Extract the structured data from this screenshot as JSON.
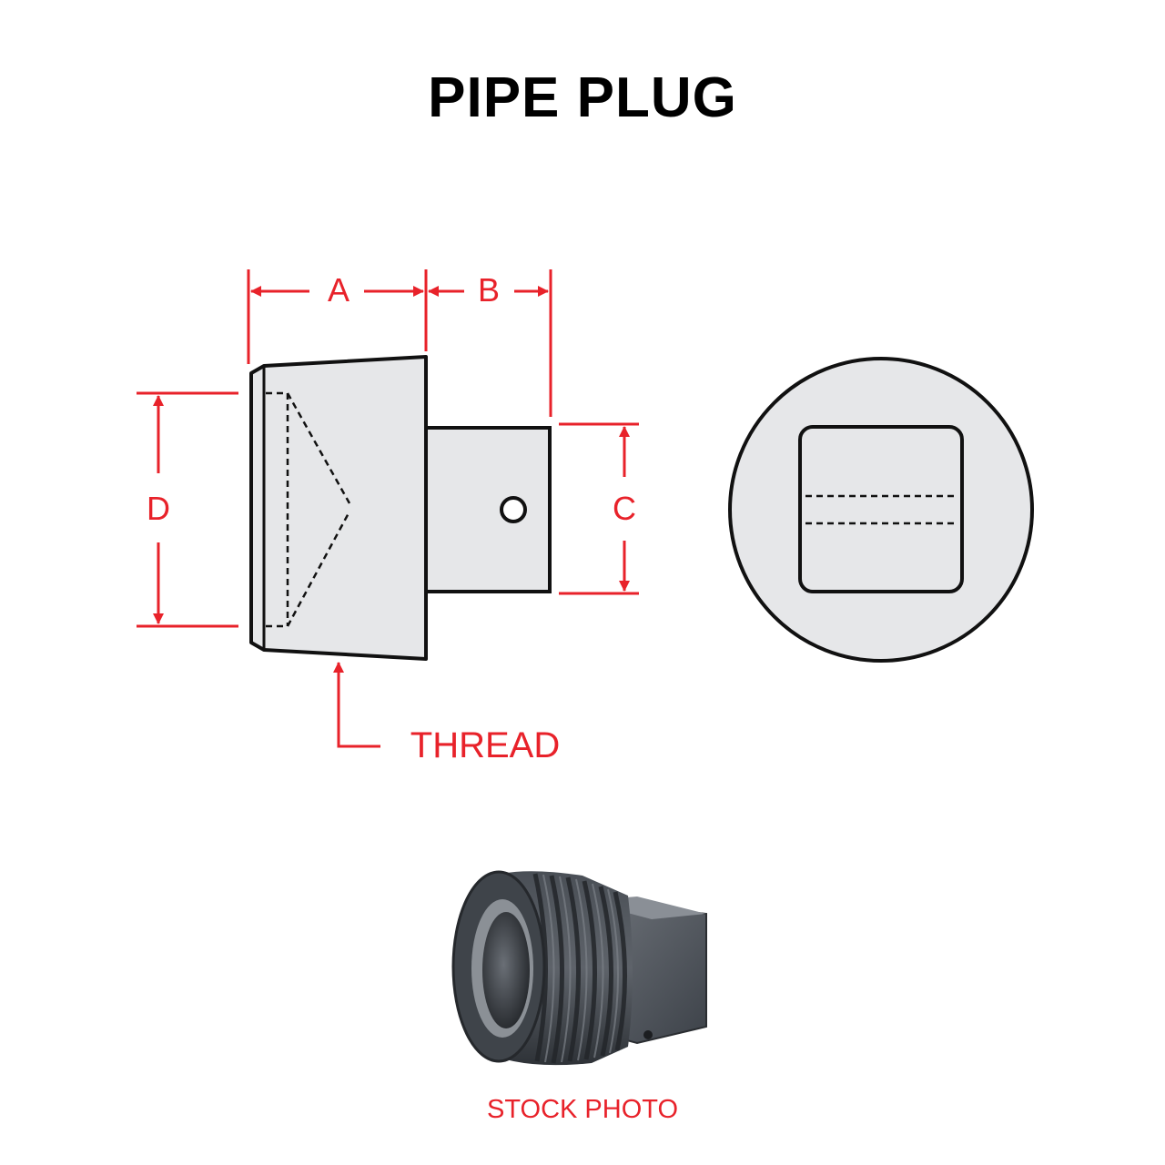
{
  "title": "PIPE PLUG",
  "dimensions": {
    "a": "A",
    "b": "B",
    "c": "C",
    "d": "D",
    "thread": "THREAD"
  },
  "caption": "STOCK PHOTO",
  "colors": {
    "dimension": "#e8222a",
    "outline": "#111111",
    "part_fill": "#e6e7e9",
    "photo_metal": "#3d4249"
  }
}
